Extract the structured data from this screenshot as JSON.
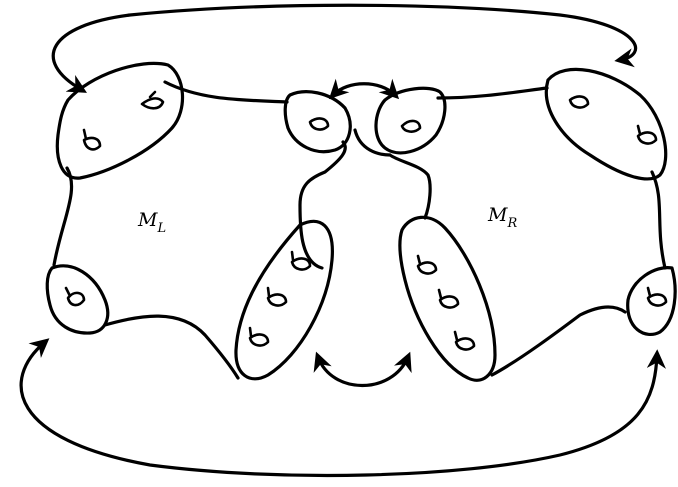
{
  "labels": {
    "left": {
      "main": "M",
      "sub": "L"
    },
    "right": {
      "main": "M",
      "sub": "R"
    }
  },
  "handles": {
    "left_top_disk": 2,
    "left_bottom_disk": 1,
    "left_inner_top_disk": 1,
    "left_inner_bottom_disk": 3,
    "right_inner_top_disk": 1,
    "right_inner_bottom_disk": 3,
    "right_top_disk": 2,
    "right_bottom_disk": 1
  },
  "colors": {
    "stroke": "#000000",
    "background": "#ffffff"
  }
}
